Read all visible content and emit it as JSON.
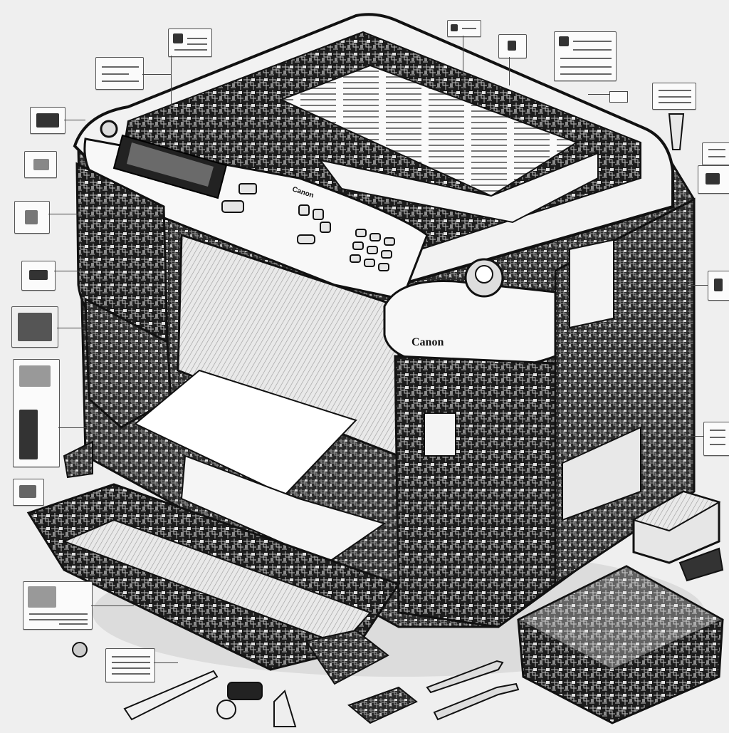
{
  "illustration": {
    "subject": "cutaway-printer",
    "brand_label_front": "Canon",
    "brand_label_top": "Canon",
    "panel_label": "Canon"
  },
  "colors": {
    "background": "#efefef",
    "ink": "#111111",
    "shell": "#f6f6f6",
    "paper": "#ffffff",
    "shadow": "#b9b9b9"
  },
  "callouts": [
    {
      "name": "callout-top-left-1"
    },
    {
      "name": "callout-top-left-2"
    },
    {
      "name": "callout-top-center"
    },
    {
      "name": "callout-top-right-1"
    },
    {
      "name": "callout-top-right-2"
    },
    {
      "name": "callout-left-1"
    },
    {
      "name": "callout-left-2"
    },
    {
      "name": "callout-left-3"
    },
    {
      "name": "callout-left-4"
    },
    {
      "name": "callout-left-5"
    },
    {
      "name": "callout-left-6"
    },
    {
      "name": "callout-right-1"
    },
    {
      "name": "callout-right-2"
    },
    {
      "name": "callout-right-3"
    },
    {
      "name": "callout-right-4"
    },
    {
      "name": "callout-right-5"
    },
    {
      "name": "callout-bottom-left"
    },
    {
      "name": "callout-bottom-center"
    }
  ]
}
